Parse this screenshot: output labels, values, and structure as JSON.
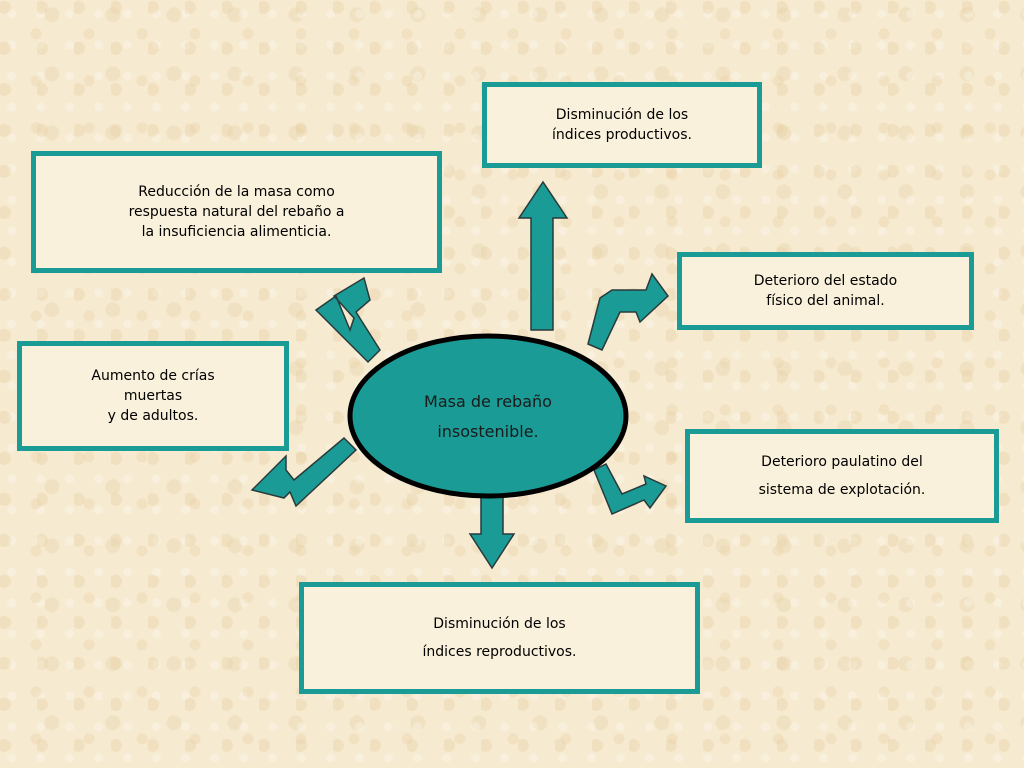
{
  "diagram": {
    "center": {
      "label": "Masa de rebaño\n insostenible."
    },
    "boxes": {
      "top": {
        "label": "Disminución de los\n índices productivos."
      },
      "top_left": {
        "label": "Reducción de la masa como\nrespuesta natural del rebaño a\nla insuficiencia alimenticia."
      },
      "right_upper": {
        "label": "Deterioro del estado\n físico del animal."
      },
      "left": {
        "label": "Aumento de crías\nmuertas\ny de adultos."
      },
      "right_lower": {
        "label": "Deterioro paulatino del\nsistema de explotación."
      },
      "bottom": {
        "label": "Disminución de los\níndices reproductivos."
      }
    },
    "colors": {
      "teal": "#1a9b96",
      "ellipse_border": "#000000",
      "background": "#f6ead0"
    }
  }
}
